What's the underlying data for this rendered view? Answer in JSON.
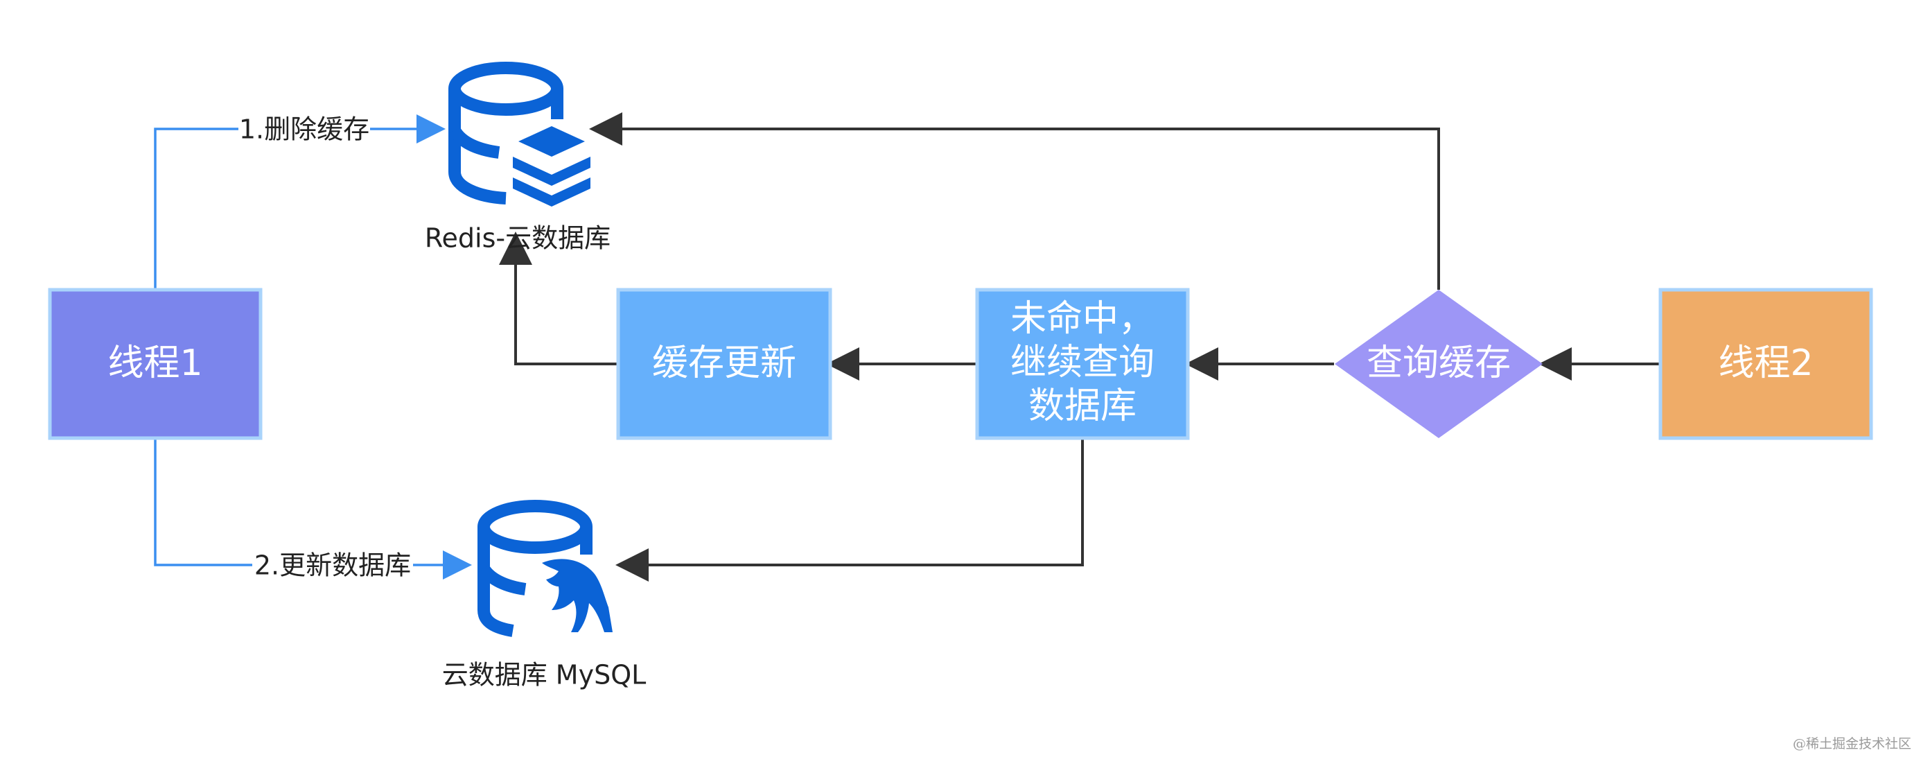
{
  "nodes": {
    "thread1": {
      "label": "线程1",
      "color": "#7b85ec"
    },
    "thread2": {
      "label": "线程2",
      "color": "#efac68"
    },
    "cache_update": {
      "label": "缓存更新",
      "color": "#66b0fb"
    },
    "cache_miss": {
      "lines": [
        "未命中，",
        "继续查询",
        "数据库"
      ],
      "color": "#66b0fb"
    },
    "query_cache": {
      "label": "查询缓存",
      "color": "#9d96f6"
    },
    "redis": {
      "label": "Redis-云数据库",
      "icon": "redis-cloud-database-icon"
    },
    "mysql": {
      "label": "云数据库 MySQL",
      "icon": "mysql-cloud-database-icon"
    }
  },
  "edges": {
    "delete_cache": "1.删除缓存",
    "update_db": "2.更新数据库"
  },
  "colors": {
    "blue_line": "#3b8ff0",
    "dark_line": "#333333",
    "icon_blue": "#0b63d6",
    "box_border": "#a9d3fb"
  },
  "watermark": "@稀土掘金技术社区"
}
